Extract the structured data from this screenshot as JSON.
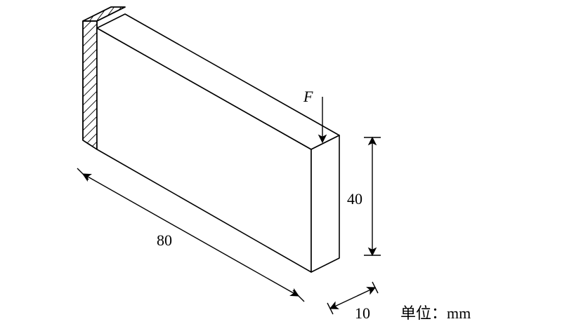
{
  "labels": {
    "force": "F",
    "length": "80",
    "height": "40",
    "thickness": "10",
    "unit": "单位：mm"
  }
}
